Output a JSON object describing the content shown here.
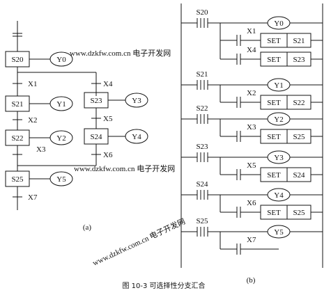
{
  "sfc": {
    "s20": {
      "step": "S20",
      "output": "Y0"
    },
    "x1": "X1",
    "x4": "X4",
    "s21": {
      "step": "S21",
      "output": "Y1"
    },
    "s23": {
      "step": "S23",
      "output": "Y3"
    },
    "x2": "X2",
    "x5": "X5",
    "s22": {
      "step": "S22",
      "output": "Y2"
    },
    "s24": {
      "step": "S24",
      "output": "Y4"
    },
    "x3": "X3",
    "x6": "X6",
    "s25": {
      "step": "S25",
      "output": "Y5"
    },
    "x7": "X7",
    "label": "(a)"
  },
  "ladder": {
    "rungs": [
      {
        "step": "S20",
        "coil": "Y0",
        "branches": [
          {
            "contact": "X1",
            "set": "SET",
            "target": "S21"
          },
          {
            "contact": "X4",
            "set": "SET",
            "target": "S23"
          }
        ]
      },
      {
        "step": "S21",
        "coil": "Y1",
        "branches": [
          {
            "contact": "X2",
            "set": "SET",
            "target": "S22"
          }
        ]
      },
      {
        "step": "S22",
        "coil": "Y2",
        "branches": [
          {
            "contact": "X3",
            "set": "SET",
            "target": "S25"
          }
        ]
      },
      {
        "step": "S23",
        "coil": "Y3",
        "branches": [
          {
            "contact": "X5",
            "set": "SET",
            "target": "S24"
          }
        ]
      },
      {
        "step": "S24",
        "coil": "Y4",
        "branches": [
          {
            "contact": "X6",
            "set": "SET",
            "target": "S25"
          }
        ]
      },
      {
        "step": "S25",
        "coil": "Y5",
        "branches": [
          {
            "contact": "X7",
            "set": "",
            "target": ""
          }
        ]
      }
    ],
    "label": "(b)"
  },
  "caption": "图 10-3   可选择性分支汇合",
  "watermarks": [
    "www.dzkfw.com.cn 电子开发网",
    "www.dzkfw.com.cn 电子开发网",
    "www.dzkfw.com.cn 电子开发网"
  ],
  "colors": {
    "line": "#111111",
    "watermark": "#2f8f2f"
  }
}
